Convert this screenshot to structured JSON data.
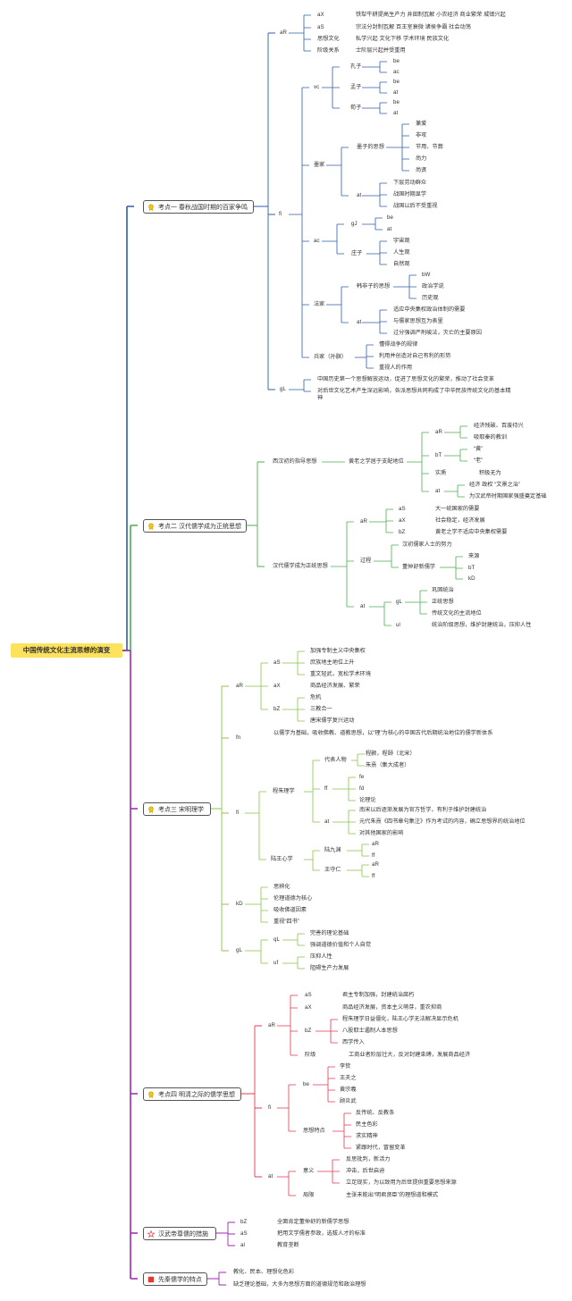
{
  "title": "中国传统文化主流思想的演变",
  "colors": {
    "topic1": "#2e5eab",
    "topic2": "#4caf50",
    "topic3": "#8bc34a",
    "topic4": "#e53950",
    "topic5": "#9c27b0",
    "topic6": "#9c27b0",
    "root_fill": "#fde25d"
  },
  "topics": {
    "t1": {
      "label": "考点一 春秋战国时期的百家争鸣",
      "icon": "award-badge-icon",
      "aR": {
        "label": "aR",
        "rows": [
          {
            "key": "aX",
            "val": "铁犁牛耕提高生产力 井田制瓦解 小农经济 商业繁荣 城镇兴起"
          },
          {
            "key": "aS",
            "val": "宗法分封制瓦解 百王室衰微 诸侯争霸 社会动荡"
          },
          {
            "key": "思想文化",
            "val": "私学兴起 文化下移 学术环境 民族文化"
          },
          {
            "key": "阶级关系",
            "val": "士阶层兴起并受重用"
          }
        ]
      },
      "fi": {
        "label": "fi",
        "vc": {
          "label": "vc",
          "items": [
            {
              "name": "孔子",
              "a": "be",
              "b": "ac"
            },
            {
              "name": "孟子",
              "a": "be",
              "b": "at"
            },
            {
              "name": "荀子",
              "a": "be",
              "b": "at"
            }
          ]
        },
        "mojia": {
          "label": "墨家",
          "thought_label": "墨子的思想",
          "thought": [
            "兼爱",
            "非攻",
            "节用、节葬",
            "尚力",
            "尚贤"
          ],
          "at_label": "at",
          "at": [
            "下层劳动群众",
            "战国时期显学",
            "战国以后不受重视"
          ]
        },
        "daojia": {
          "label": "ac",
          "gj": {
            "label": "gJ",
            "items": [
              "be",
              "at"
            ]
          },
          "zz": {
            "label": "庄子",
            "items": [
              "宇宙观",
              "人生观",
              "自然观"
            ]
          }
        },
        "fajia": {
          "label": "法家",
          "han_label": "韩非子的思想",
          "han": [
            "bW",
            "政治学说",
            "历史观"
          ],
          "at_label": "at",
          "at": [
            "适应中央集权政治体制的需要",
            "与儒家思想互为表里",
            "过分强调严刑峻法，灭亡的主要原因"
          ]
        },
        "bingjia": {
          "label": "兵家（孙膑）",
          "items": [
            "懂得战争的规律",
            "利用并创造对自己有利的形势",
            "重视人的作用"
          ]
        }
      },
      "gL": {
        "label": "gL",
        "items": [
          "中国历史第一个思想解放运动，促进了思想文化的繁荣，推动了社会变革",
          "对后世文化艺术产生深远影响，各派思想共同构成了中华民族传统文化的基本精神"
        ]
      }
    },
    "t2": {
      "label": "考点二 汉代儒学成为正统思想",
      "icon": "award-badge-icon",
      "early": {
        "label": "西汉初的指导思想",
        "huanglao": "黄老之学居于支配地位",
        "aR_label": "aR",
        "aR": [
          "经济残破、百废待兴",
          "吸取秦的教训"
        ],
        "bT_label": "bT",
        "bT": [
          "“黄”",
          "“老”"
        ],
        "shijian_label": "实质",
        "shijian": "积极无为",
        "at_label": "at",
        "at": [
          "经济 政权 “文景之治”",
          "为汉武帝时期国家强盛奠定基础"
        ]
      },
      "zhengtong": {
        "label": "汉代儒学成为正统思想",
        "aR_label": "aR",
        "aR": [
          {
            "key": "aS",
            "val": "大一统国家的需要"
          },
          {
            "key": "aX",
            "val": "社会稳定，经济发展"
          },
          {
            "key": "bZ",
            "val": "黄老之学不适应中央集权需要"
          }
        ],
        "guocheng_label": "过程",
        "guocheng_a": "汉初儒家人士的努力",
        "dongzhongshu_label": "董仲舒新儒学",
        "dongzhongshu": [
          "来源",
          "bT",
          "kD"
        ],
        "at_label": "at",
        "gL_label": "gL",
        "gL": [
          "巩固统治",
          "正统思想",
          "传统文化的主流地位"
        ],
        "ul_label": "ul",
        "ul": "统治阶级思想，维护封建统治，压抑人性"
      }
    },
    "t3": {
      "label": "考点三 宋明理学",
      "icon": "award-badge-icon",
      "aR": {
        "label": "aR",
        "aS_label": "aS",
        "aS": [
          "加强专制主义中央集权",
          "庶族地主地位上升",
          "重文轻武，宽松学术环境"
        ],
        "aX_label": "aX",
        "aX": "商品经济发展、繁荣",
        "bZ_label": "bZ",
        "bZ": [
          "危机",
          "三教合一",
          "唐宋儒学复兴运动"
        ]
      },
      "fn": {
        "label": "fn",
        "text": "以儒学为基础，吸收佛教、道教思想，以“理”为核心的中国古代后期统治地位的儒学新体系"
      },
      "fi": {
        "label": "fi",
        "cz": {
          "label": "程朱理学",
          "daibiao_label": "代表人物",
          "daibiao": [
            "程颢，程颐（北宋）",
            "朱熹（集大成者）"
          ],
          "ff_label": "ff",
          "ff": [
            "fe",
            "fd",
            "论理论"
          ],
          "at_label": "at",
          "at": [
            "南宋以后逐渐发展为官方哲学，有利于维护封建统治",
            "元代朱熹《四书章句集注》作为考试的内容，确立思想界的统治地位",
            "对其他国家的影响"
          ]
        },
        "lw": {
          "label": "陆王心学",
          "ljy": {
            "label": "陆九渊",
            "items": [
              "aR",
              "ff"
            ]
          },
          "wsr": {
            "label": "王守仁",
            "items": [
              "aR",
              "ff"
            ]
          }
        }
      },
      "kD": {
        "label": "kD",
        "items": [
          "思辨化",
          "伦理道德为核心",
          "吸收佛道因素",
          "重视“四书”"
        ]
      },
      "gL": {
        "label": "gL",
        "qL_label": "qL",
        "qL": [
          "完善的理论基础",
          "强调道德价值和个人自觉"
        ],
        "uf_label": "uf",
        "uf": [
          "压抑人性",
          "阻碍生产力发展"
        ]
      }
    },
    "t4": {
      "label": "考点四 明清之际的儒学思想",
      "icon": "award-badge-icon",
      "aR": {
        "label": "aR",
        "aS_label": "aS",
        "aS": "君主专制加强，封建统治腐朽",
        "aX_label": "aX",
        "aX": "商品经济发展，资本主义萌芽，重农抑商",
        "bZ_label": "bZ",
        "bZ": [
          "程朱理学日益僵化，陆王心学无法解决显示危机",
          "八股取士遏制人本思想",
          "西学传入"
        ],
        "jieji_label": "阶级",
        "jieji": "工商业者阶层壮大，反对封建束缚，发展商品经济"
      },
      "fi": {
        "label": "fi",
        "be_label": "be",
        "be": [
          "李贽",
          "王夫之",
          "黄宗羲",
          "顾炎武"
        ],
        "tedian_label": "思想特点",
        "tedian": [
          "反传统、反教条",
          "民主色彩",
          "求实精神",
          "紧跟时代，冒留变革"
        ]
      },
      "at": {
        "label": "at",
        "yiyi_label": "意义",
        "yiyi": [
          "反思批判，新活力",
          "冲击，后世启迪",
          "立足现实，为以致用为后世提供重要思想来源"
        ],
        "juxian_label": "局限",
        "juxian": "主张未能出“明君贤臣”的理想道和模式"
      }
    },
    "t5": {
      "label": "汉武帝尊儒的措施",
      "icon": "star-icon",
      "rows": [
        {
          "key": "bZ",
          "val": "全面肯定董仲舒的新儒学思想"
        },
        {
          "key": "aS",
          "val": "把用文学儒者参政，选拔人才的标准"
        },
        {
          "key": "al",
          "val": "教育垄断"
        }
      ]
    },
    "t6": {
      "label": "先秦儒学的特点",
      "icon": "flag-icon",
      "items": [
        "教化、民本、理想化色彩",
        "缺乏理论基础，大多为思想方面的道德规范和政治理想"
      ]
    }
  }
}
